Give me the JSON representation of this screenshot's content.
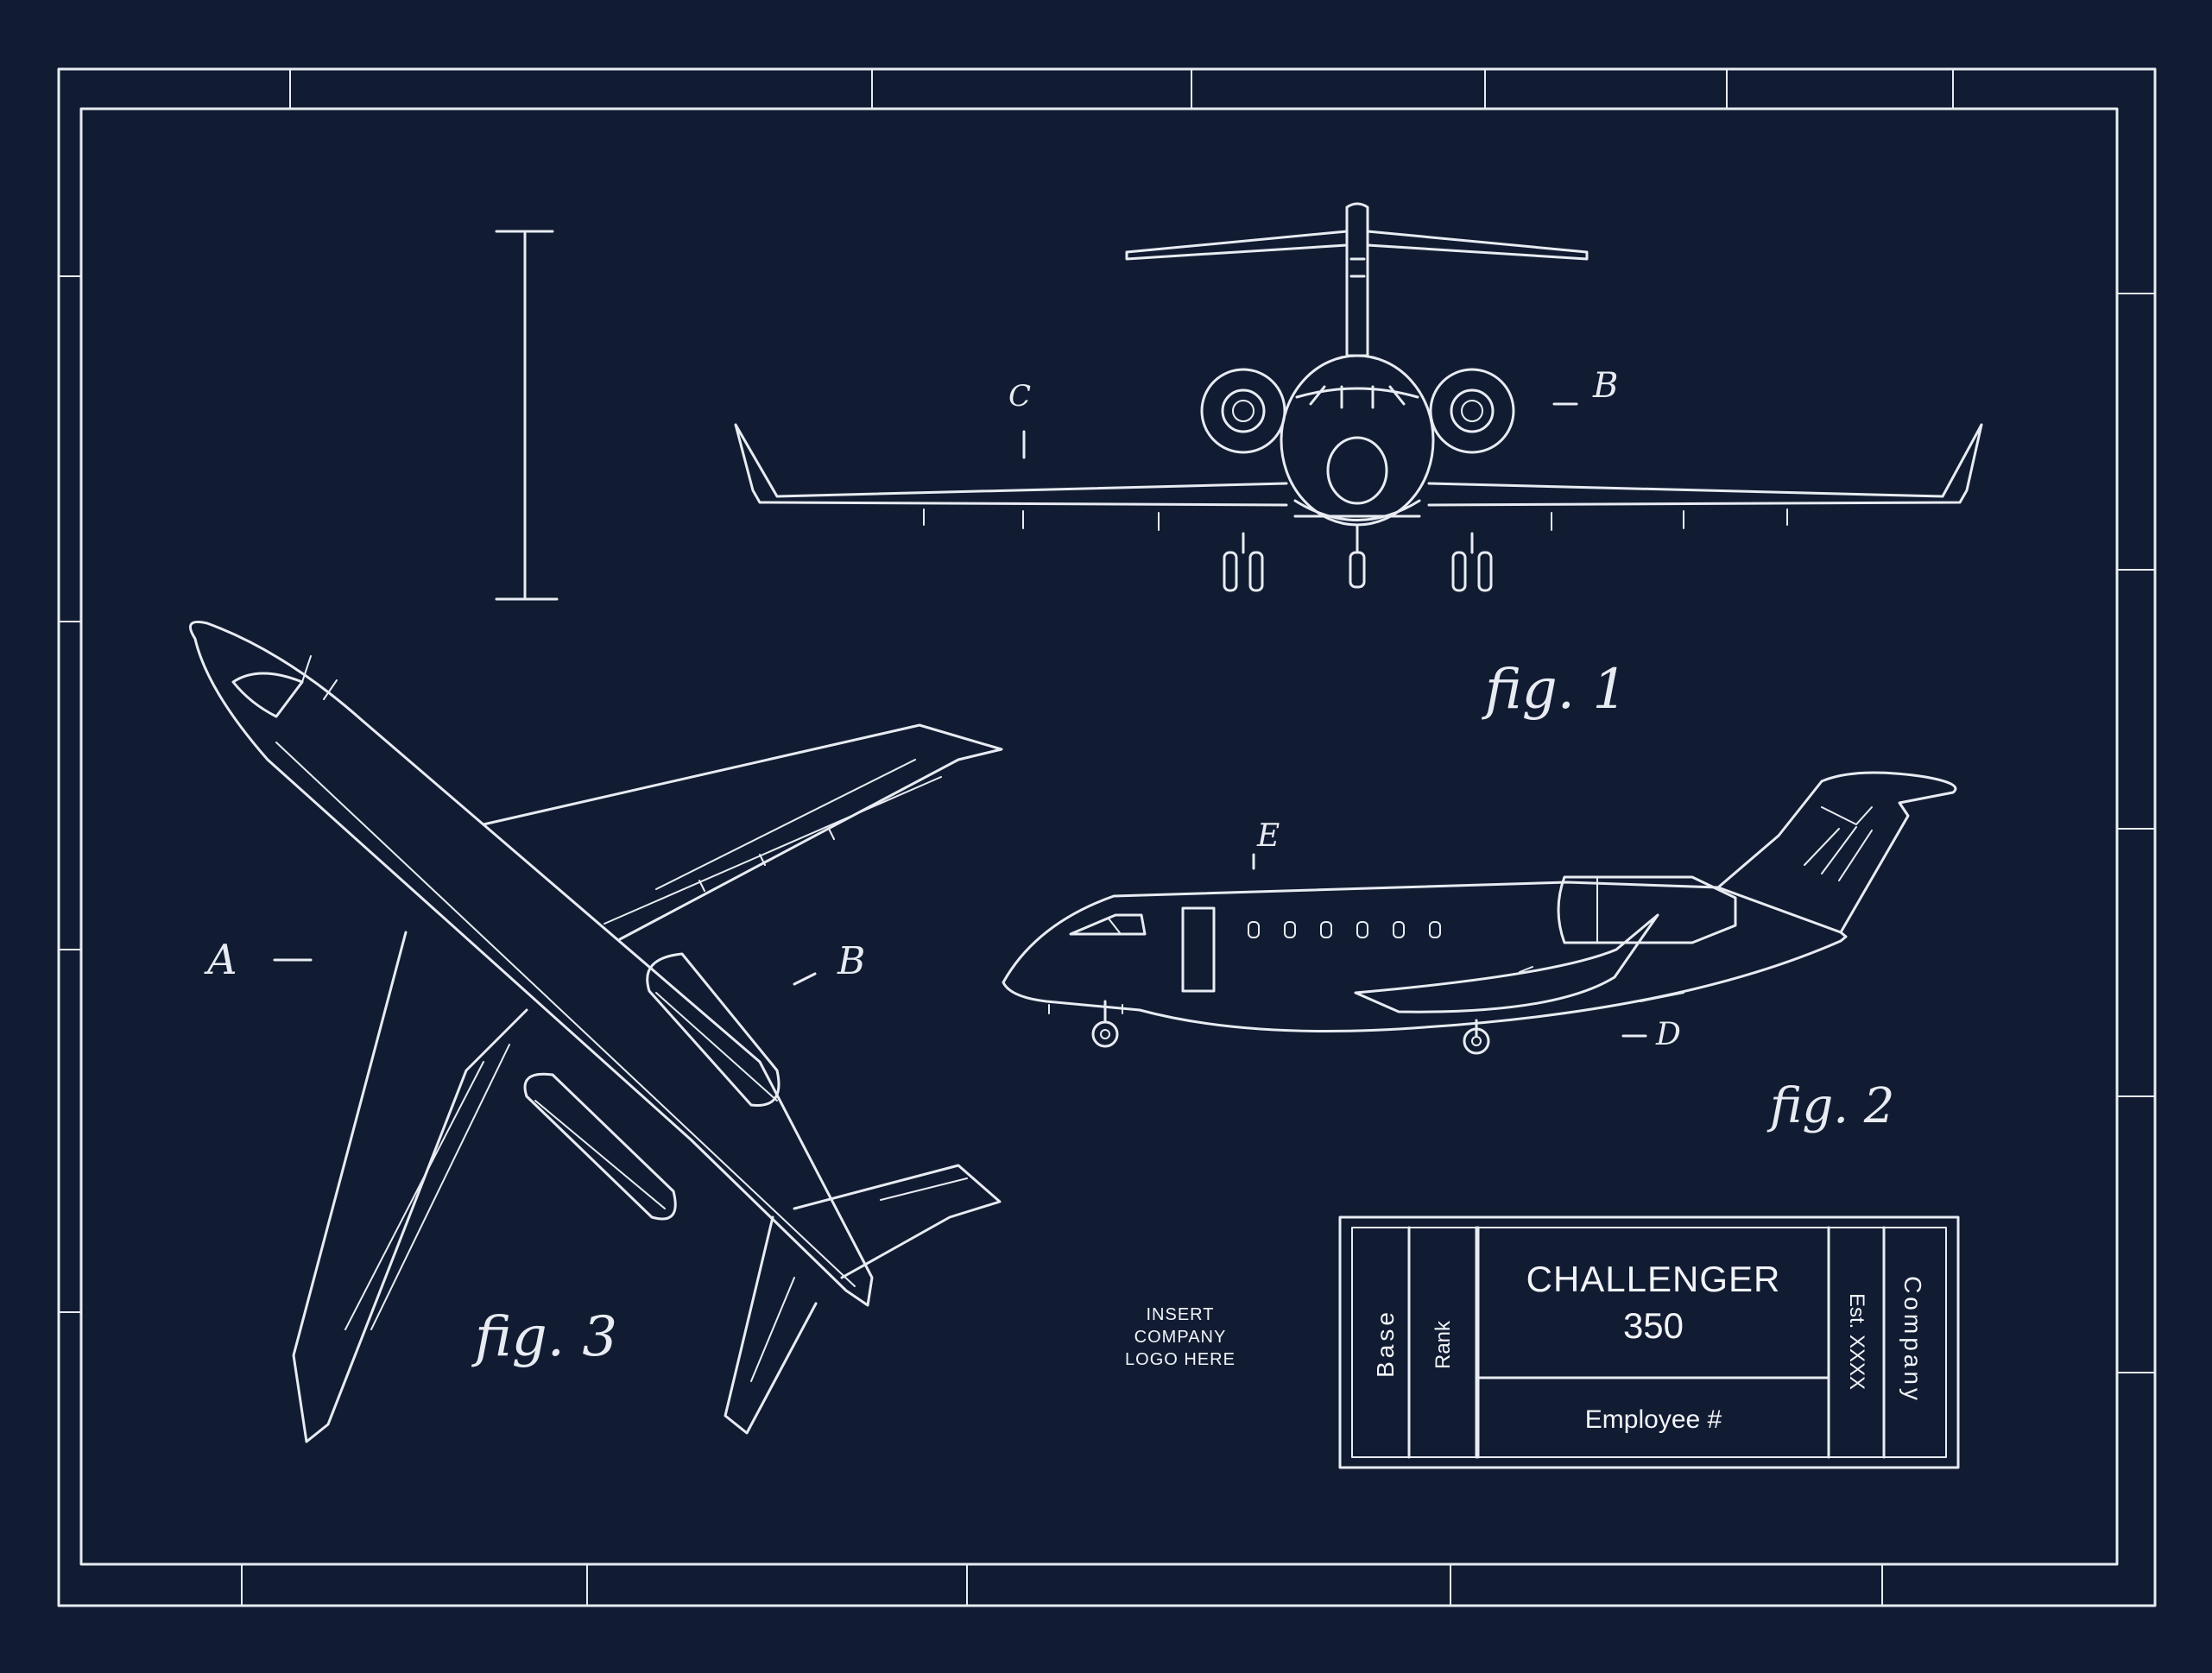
{
  "labels": {
    "fig1": "fig. 1",
    "fig2": "fig. 2",
    "fig3": "fig. 3",
    "A": "A",
    "B_front": "B",
    "C": "C",
    "B_top": "B",
    "D": "D",
    "E": "E"
  },
  "logo_placeholder": [
    "INSERT",
    "COMPANY",
    "LOGO HERE"
  ],
  "title_block": {
    "title_line1": "CHALLENGER",
    "title_line2": "350",
    "employee": "Employee #",
    "base": "Base",
    "rank": "Rank",
    "established": "Est. XXXX",
    "company": "Company"
  },
  "colors": {
    "background": "#111c33",
    "line": "#e8ecf2"
  }
}
